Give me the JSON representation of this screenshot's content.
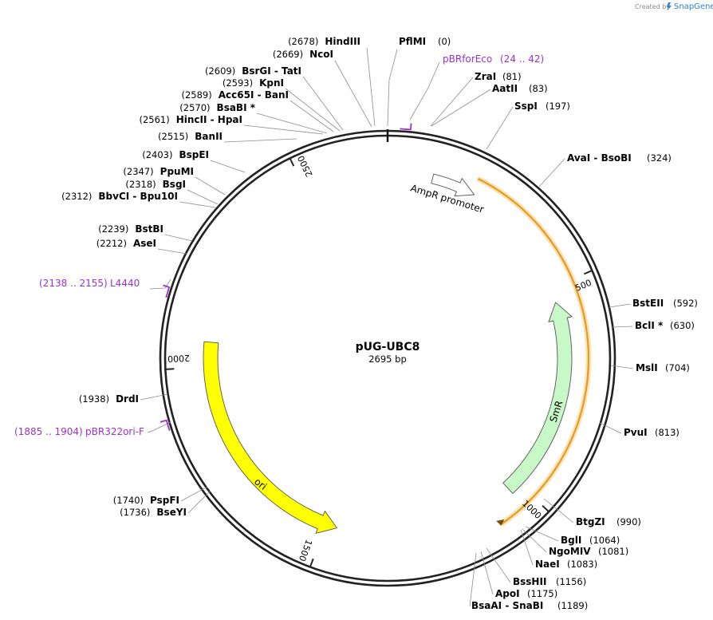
{
  "header": {
    "created_by": "Created by",
    "brand": "SnapGene"
  },
  "plasmid": {
    "name": "pUG-UBC8",
    "size_label": "2695 bp",
    "length_bp": 2695
  },
  "features": [
    {
      "name": "AmpR promoter",
      "start": 105,
      "end": 209,
      "color": "#ffffff",
      "type": "promoter"
    },
    {
      "name": "SmR",
      "start": 536,
      "end": 1027,
      "direction": "reverse",
      "color": "#c8f7c8"
    },
    {
      "name": "ori",
      "start": 1472,
      "end": 2060,
      "direction": "reverse",
      "color": "#ffff00"
    }
  ],
  "orange_feature": {
    "start": 200,
    "end": 1090,
    "color": "#e69b1e"
  },
  "primers": [
    {
      "name": "pBRforEco",
      "range": "(24 .. 42)"
    },
    {
      "name": "L4440",
      "range": "(2138 .. 2155)"
    },
    {
      "name": "pBR322ori-F",
      "range": "(1885 .. 1904)"
    }
  ],
  "sites_right": [
    {
      "name": "ZraI",
      "pos": "(81)"
    },
    {
      "name": "AatII",
      "pos": "(83)"
    },
    {
      "name": "SspI",
      "pos": "(197)"
    },
    {
      "name": "AvaI  - BsoBI",
      "pos": "(324)"
    },
    {
      "name": "BstEII",
      "pos": "(592)"
    },
    {
      "name": "BclI *",
      "pos": "(630)"
    },
    {
      "name": "MslI",
      "pos": "(704)"
    },
    {
      "name": "PvuI",
      "pos": "(813)"
    },
    {
      "name": "BtgZI",
      "pos": "(990)"
    },
    {
      "name": "BglI",
      "pos": "(1064)"
    },
    {
      "name": "NgoMIV",
      "pos": "(1081)"
    },
    {
      "name": "NaeI",
      "pos": "(1083)"
    },
    {
      "name": "BssHII",
      "pos": "(1156)"
    },
    {
      "name": "ApoI",
      "pos": "(1175)"
    },
    {
      "name": "BsaAI  - SnaBI",
      "pos": "(1189)"
    }
  ],
  "sites_top": [
    {
      "name": "PflMI",
      "pos": "(0)"
    }
  ],
  "sites_left": [
    {
      "name": "HindIII",
      "pos": "(2678)"
    },
    {
      "name": "NcoI",
      "pos": "(2669)"
    },
    {
      "name": "BsrGI  - TatI",
      "pos": "(2609)"
    },
    {
      "name": "KpnI",
      "pos": "(2593)"
    },
    {
      "name": "Acc65I  - BanI",
      "pos": "(2589)"
    },
    {
      "name": "BsaBI *",
      "pos": "(2570)"
    },
    {
      "name": "HincII  - HpaI",
      "pos": "(2561)"
    },
    {
      "name": "BanII",
      "pos": "(2515)"
    },
    {
      "name": "BspEI",
      "pos": "(2403)"
    },
    {
      "name": "PpuMI",
      "pos": "(2347)"
    },
    {
      "name": "BsgI",
      "pos": "(2318)"
    },
    {
      "name": "BbvCI  - Bpu10I",
      "pos": "(2312)"
    },
    {
      "name": "BstBI",
      "pos": "(2239)"
    },
    {
      "name": "AseI",
      "pos": "(2212)"
    },
    {
      "name": "DrdI",
      "pos": "(1938)"
    },
    {
      "name": "PspFI",
      "pos": "(1740)"
    },
    {
      "name": "BseYI",
      "pos": "(1736)"
    }
  ],
  "ticks": [
    {
      "label": "500",
      "bp": 500
    },
    {
      "label": "1000",
      "bp": 1000
    },
    {
      "label": "1500",
      "bp": 1500
    },
    {
      "label": "2000",
      "bp": 2000
    },
    {
      "label": "2500",
      "bp": 2500
    }
  ]
}
